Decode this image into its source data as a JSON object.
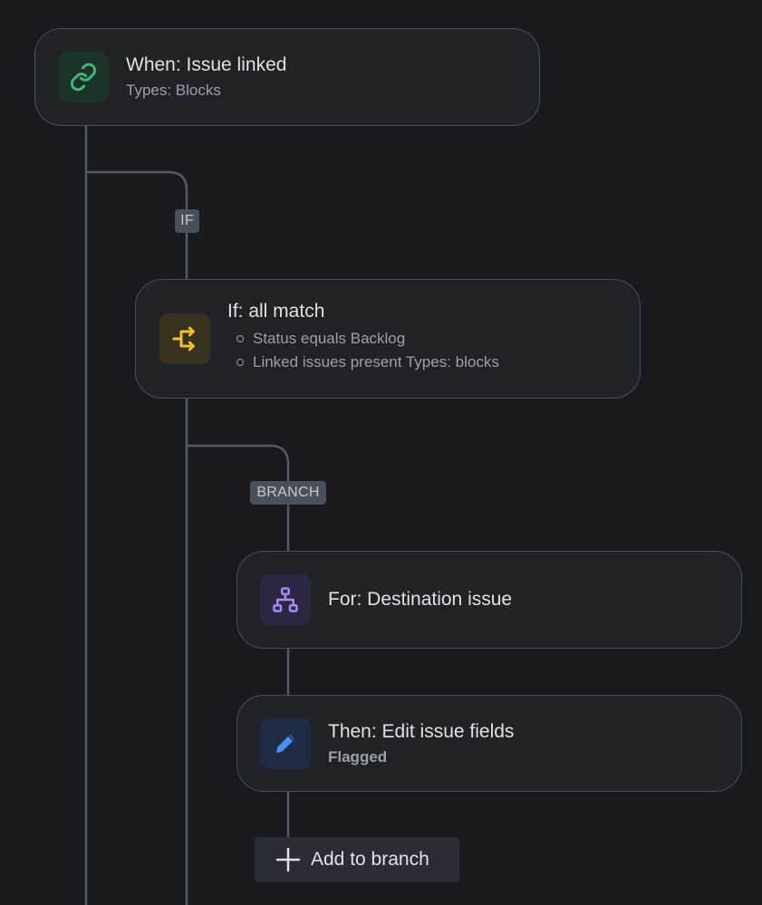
{
  "trigger": {
    "title": "When: Issue linked",
    "subtitle": "Types: Blocks",
    "icon": "link-icon",
    "icon_color": "#3fb97a",
    "icon_bg": "#1c3327"
  },
  "if_tag": "IF",
  "condition": {
    "title": "If: all match",
    "items": [
      "Status equals Backlog",
      "Linked issues present Types: blocks"
    ],
    "icon": "branch-condition-icon",
    "icon_color": "#f2c12e",
    "icon_bg": "#3a3220"
  },
  "branch_tag": "BRANCH",
  "branch": {
    "title": "For: Destination issue",
    "icon": "hierarchy-icon",
    "icon_color": "#a78bfa",
    "icon_bg": "#2c2640"
  },
  "action": {
    "title": "Then: Edit issue fields",
    "subtitle": "Flagged",
    "icon": "pencil-icon",
    "icon_color": "#4c8dff",
    "icon_bg": "#1e2b45"
  },
  "add_button": {
    "label": "Add to branch",
    "icon": "plus-icon"
  },
  "colors": {
    "background": "#181a1f",
    "card": "#1f2227",
    "border": "#4a4f58",
    "connector": "#555b64"
  }
}
